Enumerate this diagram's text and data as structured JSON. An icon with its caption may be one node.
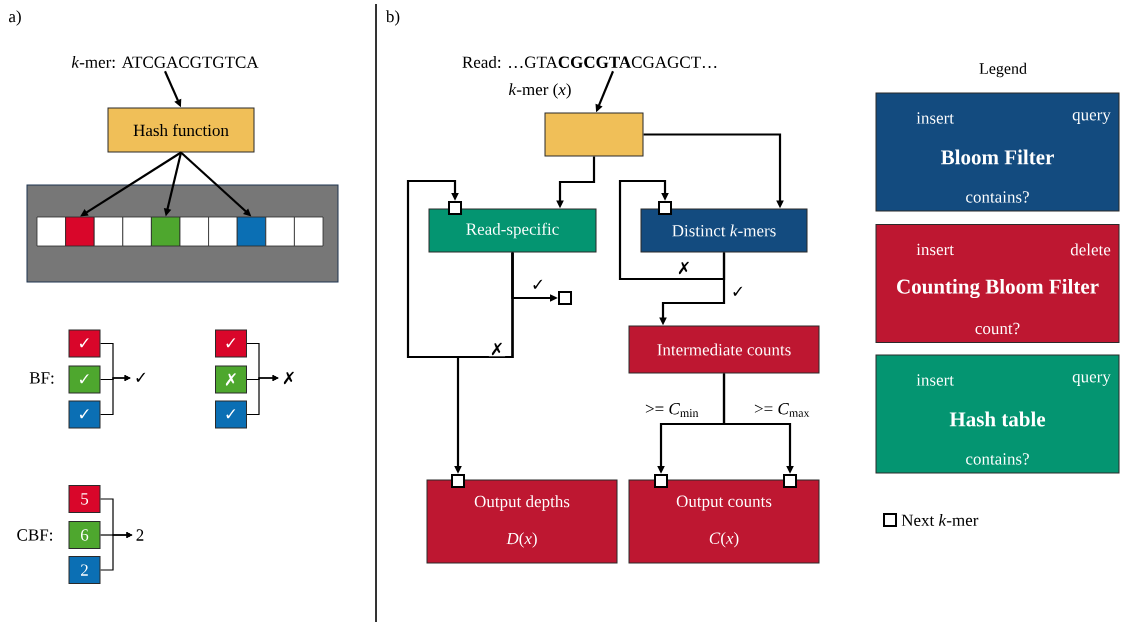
{
  "diagram": {
    "nodes": [
      {
        "text": [
          "*k*-mer: ATCGACGTGTCA"
        ]
      },
      {
        "text": [
          "Hash function"
        ]
      },
      {
        "text": [],
        "shape": "box"
      },
      {
        "text": [],
        "shape": "box",
        "in": 2
      },
      {
        "text": [],
        "shape": "box",
        "in": 2
      },
      {
        "text": [],
        "shape": "box",
        "in": 2
      },
      {
        "text": [],
        "shape": "box",
        "in": 2
      },
      {
        "text": [],
        "shape": "box",
        "in": 2
      },
      {
        "text": [],
        "shape": "box",
        "in": 2
      },
      {
        "text": [],
        "shape": "box",
        "in": 2
      },
      {
        "text": [],
        "shape": "box",
        "in": 2
      },
      {
        "text": [],
        "shape": "box",
        "in": 2
      },
      {
        "text": [],
        "shape": "box",
        "in": 2
      },
      {
        "text": [
          "✓"
        ]
      },
      {
        "text": [
          "✓"
        ]
      },
      {
        "text": [
          "✓"
        ]
      },
      {
        "text": [
          "✓"
        ]
      },
      {
        "text": [
          "✓"
        ]
      },
      {
        "text": [
          "✗"
        ]
      },
      {
        "text": [
          "✓"
        ]
      },
      {
        "text": [
          "✗"
        ]
      },
      {
        "text": [
          "5"
        ]
      },
      {
        "text": [
          "6"
        ]
      },
      {
        "text": [
          "2"
        ]
      },
      {
        "text": [
          "2"
        ]
      },
      {
        "text": [
          "Read: …GTA**CGCGTA**CGAGCT…"
        ]
      },
      {
        "text": [],
        "shape": "box"
      },
      {
        "text": [
          "Read-specific"
        ]
      },
      {
        "text": [
          "Distinct *k*-mers"
        ]
      },
      {
        "text": [],
        "shape": "box"
      },
      {
        "text": [],
        "shape": "box"
      },
      {
        "text": [],
        "shape": "box"
      },
      {
        "text": [
          "Intermediate counts"
        ]
      },
      {
        "text": [],
        "shape": "box"
      },
      {
        "text": [],
        "shape": "box"
      },
      {
        "text": [],
        "shape": "box"
      },
      {
        "text": [
          "Output depths",
          "*D*(*x*)"
        ]
      },
      {
        "text": [
          "Output counts",
          "*C*(*x*)"
        ]
      },
      {
        "text": [
          "insert",
          "query",
          "Bloom Filter",
          "contains?"
        ]
      },
      {
        "text": [
          "insert",
          "delete",
          "Counting Bloom Filter",
          "count?"
        ]
      },
      {
        "text": [
          "insert",
          "query",
          "Hash table",
          "contains?"
        ]
      }
    ],
    "edges": [
      {
        "from": 0,
        "to": 1,
        "arrow": "to"
      },
      {
        "from": 1,
        "to": 4,
        "arrow": "to"
      },
      {
        "from": 1,
        "to": 7,
        "arrow": "to"
      },
      {
        "from": 1,
        "to": 10,
        "arrow": "to"
      },
      {
        "from": 13,
        "to": 16,
        "arrow": "to"
      },
      {
        "from": 14,
        "to": 16,
        "arrow": "to"
      },
      {
        "from": 15,
        "to": 16,
        "arrow": "to"
      },
      {
        "from": 17,
        "to": 20,
        "arrow": "to"
      },
      {
        "from": 18,
        "to": 20,
        "arrow": "to"
      },
      {
        "from": 19,
        "to": 20,
        "arrow": "to"
      },
      {
        "from": 21,
        "to": 24,
        "arrow": "to"
      },
      {
        "from": 22,
        "to": 24,
        "arrow": "to"
      },
      {
        "from": 23,
        "to": 24,
        "arrow": "to"
      },
      {
        "from": 25,
        "to": 26,
        "arrow": "to",
        "label": "*k*-mer (*x*)"
      },
      {
        "from": 26,
        "to": 27,
        "arrow": "to"
      },
      {
        "from": 26,
        "to": 28,
        "arrow": "to"
      },
      {
        "from": 27,
        "to": 31,
        "arrow": "to",
        "label": "✓"
      },
      {
        "from": 27,
        "to": 29,
        "arrow": "to",
        "label": "✗"
      },
      {
        "from": 27,
        "to": 33,
        "arrow": "to"
      },
      {
        "from": 28,
        "to": 30,
        "arrow": "to",
        "label": "✗"
      },
      {
        "from": 28,
        "to": 32,
        "arrow": "to",
        "label": "✓"
      },
      {
        "from": 32,
        "to": 34,
        "arrow": "to",
        "label": ">= *C*$_{min}$"
      },
      {
        "from": 32,
        "to": 35,
        "arrow": "to",
        "label": ">= *C*$_{max}$"
      }
    ],
    "labels": [
      "a)",
      "b)",
      "BF:",
      "CBF:",
      "Legend"
    ],
    "legend": [
      {
        "text": "Next *k*-mer"
      }
    ]
  }
}
